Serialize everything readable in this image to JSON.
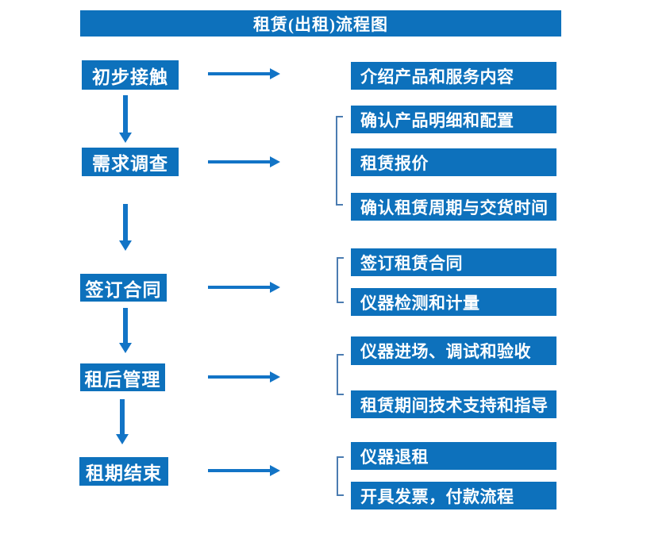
{
  "title": "租赁(出租)流程图",
  "colors": {
    "box_blue": "#0d71bc",
    "arrow_blue": "#1274c6",
    "bracket_blue": "#4b7cb1",
    "text_white": "#ffffff",
    "background": "#ffffff"
  },
  "steps": [
    {
      "label": "初步接触",
      "details": [
        "介绍产品和服务内容"
      ]
    },
    {
      "label": "需求调查",
      "details": [
        "确认产品明细和配置",
        "租赁报价",
        "确认租赁周期与交货时间"
      ]
    },
    {
      "label": "签订合同",
      "details": [
        "签订租赁合同",
        "仪器检测和计量"
      ]
    },
    {
      "label": "租后管理",
      "details": [
        "仪器进场、调试和验收",
        "租赁期间技术支持和指导"
      ]
    },
    {
      "label": "租期结束",
      "details": [
        "仪器退租",
        "开具发票，付款流程"
      ]
    }
  ]
}
